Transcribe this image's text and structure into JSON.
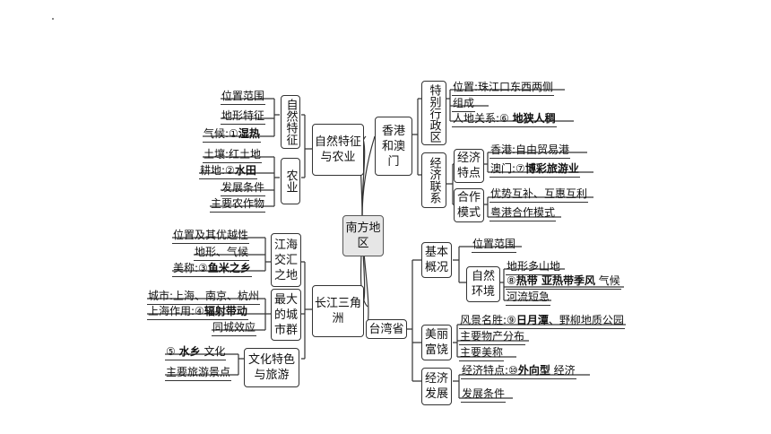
{
  "center": "南方地区",
  "left": {
    "ziran": {
      "title": "自然特征与农业",
      "natural": {
        "title": "自然特征",
        "items": [
          "位置范围",
          "地形特征"
        ],
        "climate_prefix": "气候:①",
        "climate_answer": "湿热"
      },
      "agri": {
        "title": "农业",
        "soil": "土壤:红土地",
        "farm_prefix": "耕地:②",
        "farm_answer": "水田",
        "items": [
          "发展条件",
          "主要农作物"
        ]
      }
    },
    "changjiang": {
      "title": "长江三角洲",
      "river_sea": {
        "title": "江海交汇之地",
        "items": [
          "位置及其优越性",
          "地形、气候"
        ],
        "name_prefix": "美称:③",
        "name_answer": "鱼米之乡"
      },
      "city": {
        "title": "最大的城市群",
        "cities": "城市:上海、南京、杭州",
        "role_prefix": "上海作用:④",
        "role_answer": "辐射带动",
        "effect": "同城效应"
      },
      "culture": {
        "title": "文化特色与旅游",
        "c_prefix": "⑤",
        "c_answer": "水乡",
        "c_suffix": "文化",
        "spots": "主要旅游景点"
      }
    }
  },
  "right": {
    "hkmo": {
      "title": "香港和澳门",
      "sar": {
        "title": "特别行政区",
        "location": "位置:珠江口东西两侧",
        "compose": "组成",
        "relation_prefix": "人地关系:⑥",
        "relation_answer": "地狭人稠"
      },
      "econ": {
        "title": "经济联系",
        "features": {
          "title": "经济特点",
          "hk": "香港:自由贸易港",
          "mo_prefix": "澳门:⑦",
          "mo_answer": "博彩旅游业"
        },
        "coop": {
          "title": "合作模式",
          "item1": "优势互补、互惠互利",
          "item2": "粤港合作模式"
        }
      }
    },
    "taiwan": {
      "title": "台湾省",
      "basic": {
        "title": "基本概况",
        "location": "位置范围",
        "env": {
          "title": "自然环境",
          "terrain": "地形多山地",
          "climate_prefix": "⑧",
          "climate_answer": "热带 亚热带季风",
          "climate_suffix": "气候",
          "river": "河流短急"
        }
      },
      "rich": {
        "title": "美丽富饶",
        "scenic_prefix": "风景名胜:⑨",
        "scenic_answer": "日月潭",
        "scenic_suffix": "、野柳地质公园",
        "products": "主要物产分布",
        "names": "主要美称"
      },
      "econ": {
        "title": "经济发展",
        "feature_prefix": "经济特点:⑩",
        "feature_answer": "外向型",
        "feature_suffix": "经济",
        "conditions": "发展条件"
      }
    }
  }
}
